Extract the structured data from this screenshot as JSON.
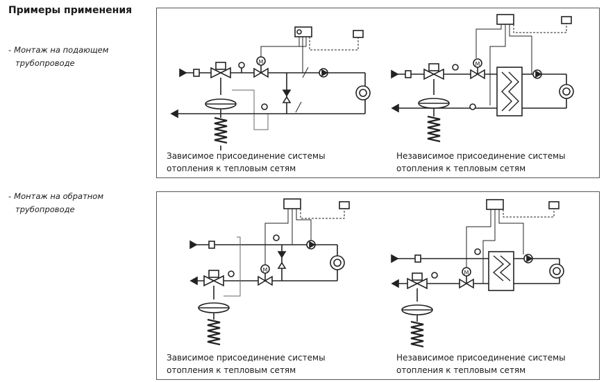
{
  "page": {
    "title": "Примеры применения"
  },
  "sections": [
    {
      "note_line1": "Монтаж на подающем",
      "note_line2": "трубопроводе",
      "captions": [
        {
          "line1": "Зависимое присоединение системы",
          "line2": "отопления к тепловым сетям"
        },
        {
          "line1": "Независимое присоединение системы",
          "line2": "отопления к тепловым сетям"
        }
      ]
    },
    {
      "note_line1": "Монтаж на обратном",
      "note_line2": "трубопроводе",
      "captions": [
        {
          "line1": "Зависимое присоединение системы",
          "line2": "отопления к тепловым сетям"
        },
        {
          "line1": "Независимое присоединение системы",
          "line2": "отопления к тепловым сетям"
        }
      ]
    }
  ],
  "symbols": {
    "motor_label": "M",
    "dash": "-"
  }
}
